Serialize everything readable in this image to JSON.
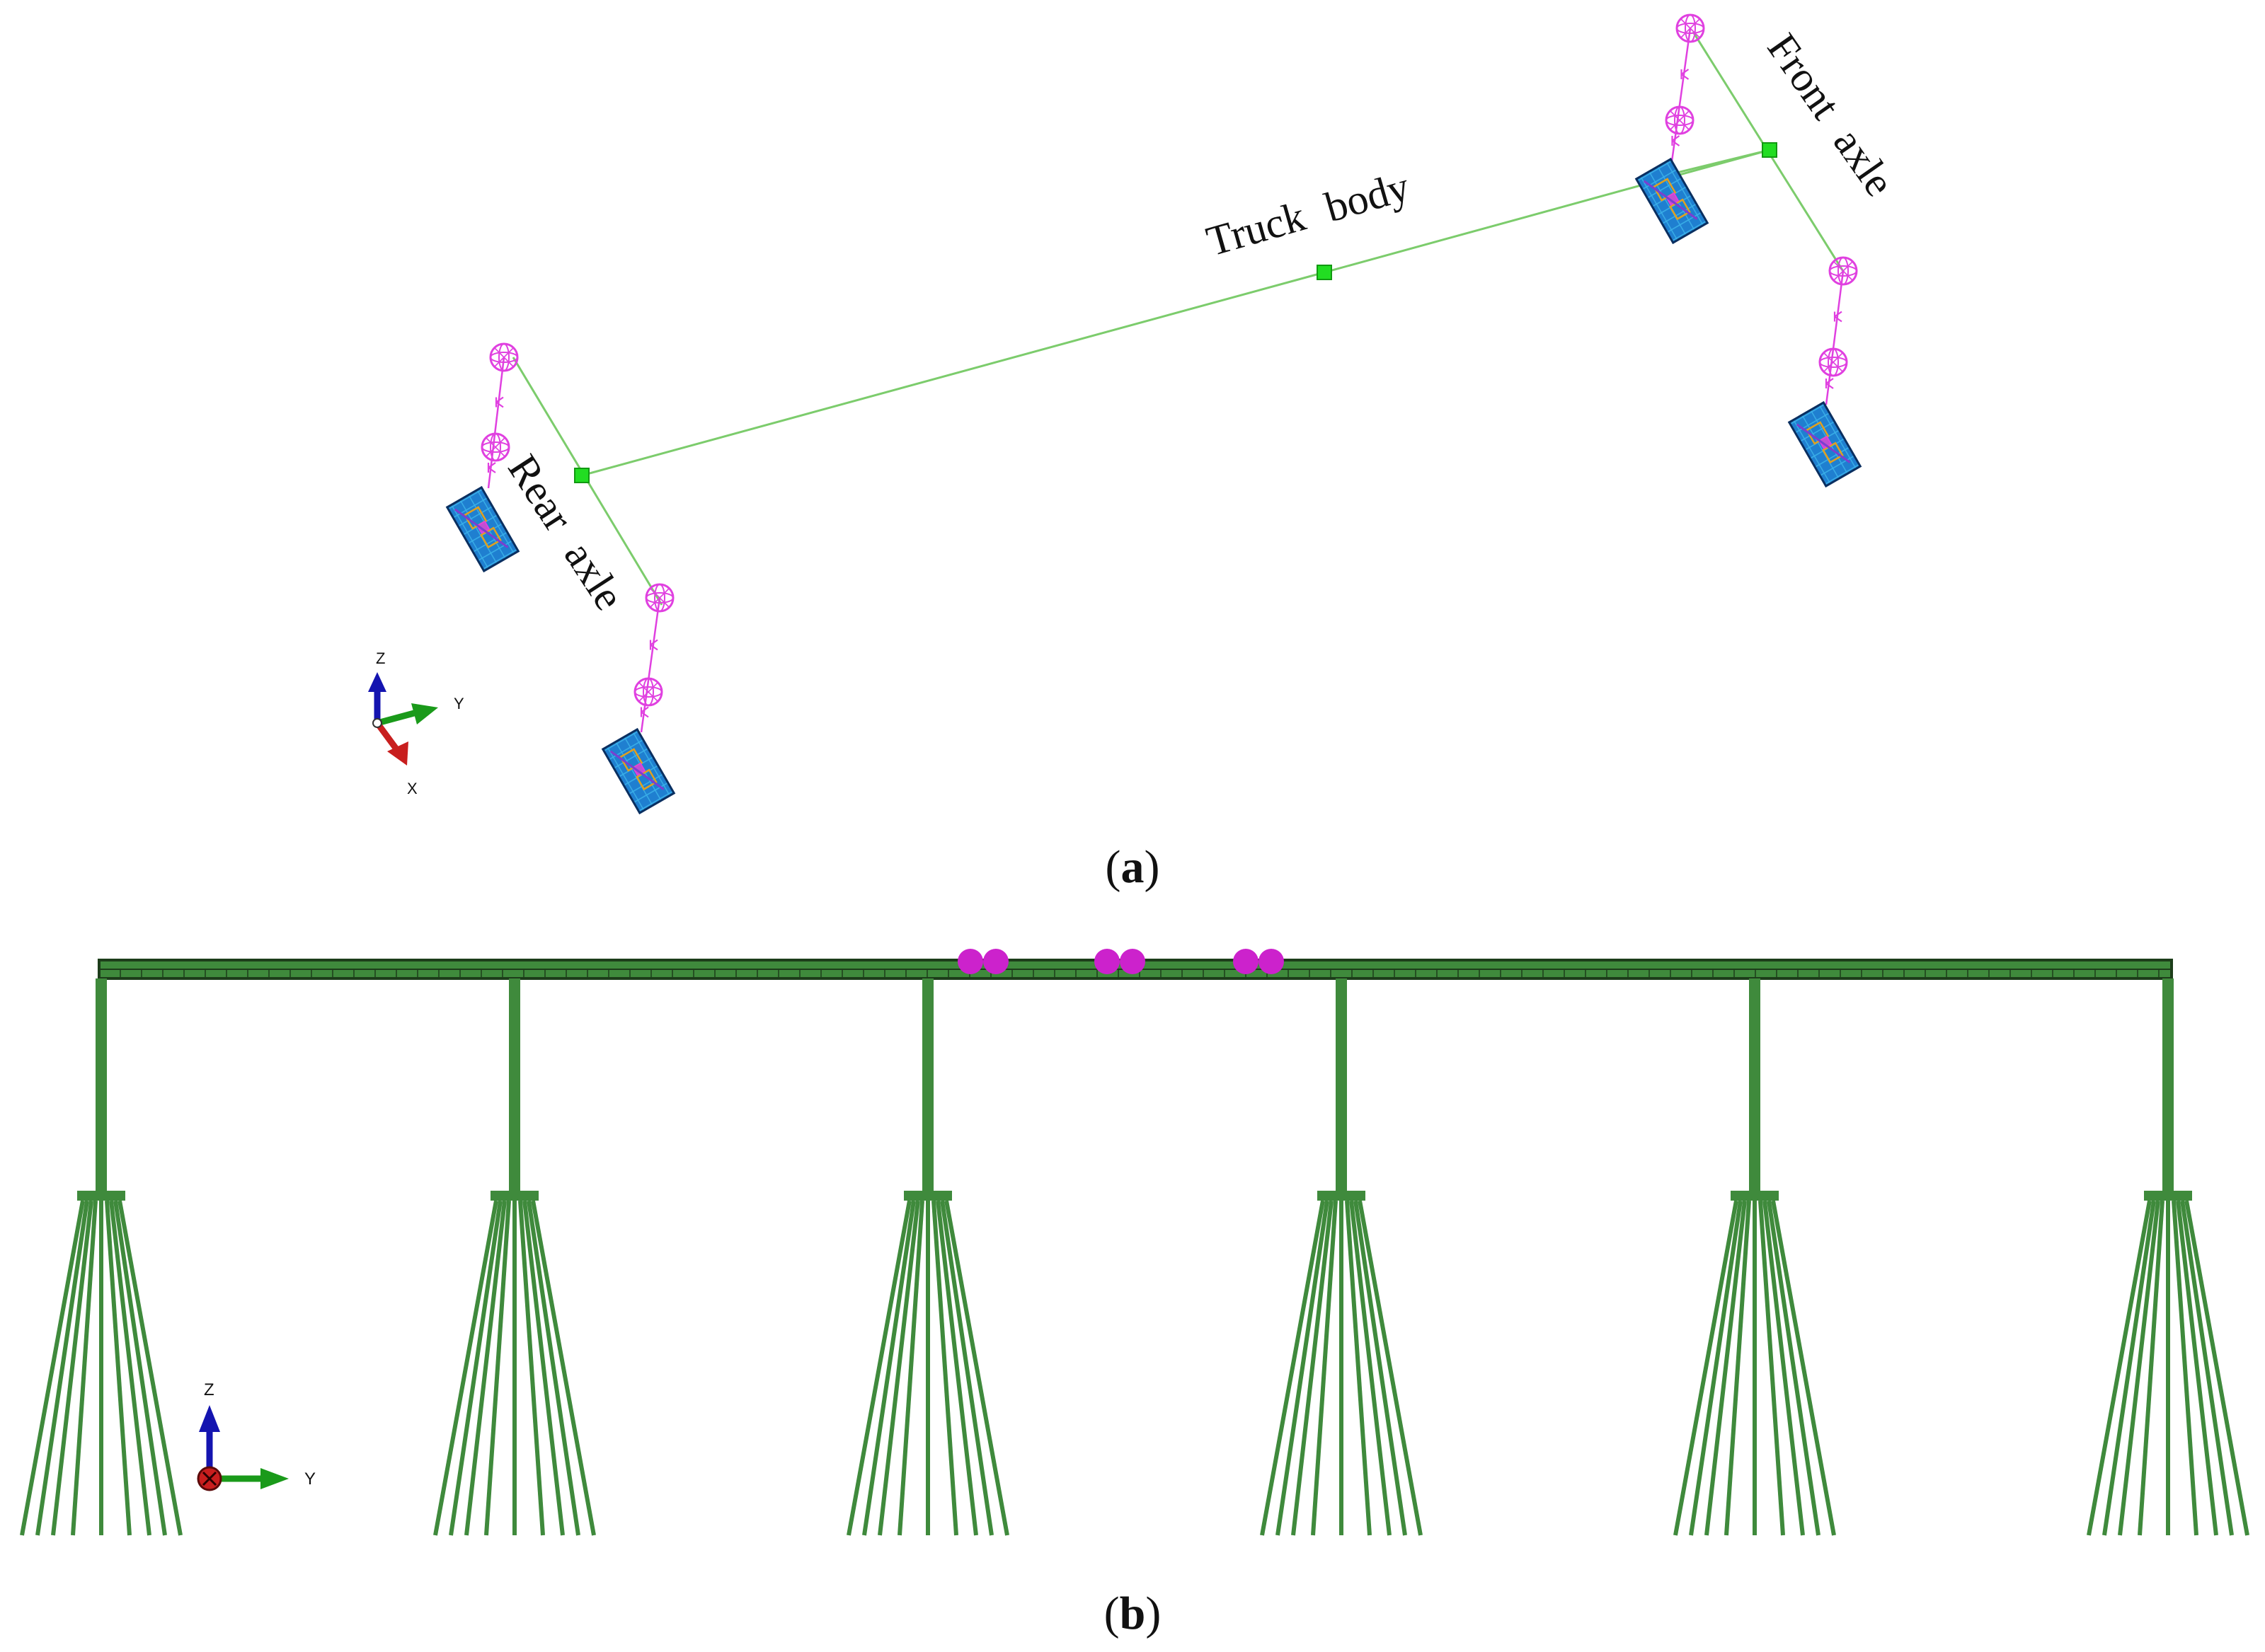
{
  "panel_a": {
    "caption_open": "(",
    "caption_letter": "a",
    "caption_close": ")",
    "label_truck_body": "Truck body",
    "label_rear_axle": "Rear axle",
    "label_front_axle": "Front axle",
    "triad": {
      "z": "Z",
      "y": "Y",
      "x": "X"
    }
  },
  "panel_b": {
    "caption_open": "(",
    "caption_letter": "b",
    "caption_close": ")",
    "triad": {
      "z": "Z",
      "y": "Y"
    }
  },
  "colors": {
    "spring": "#e040e0",
    "body_line": "#7ccc6c",
    "node": "#22dd22",
    "tire": "#1f7fd0",
    "structure": "#3f8a3c",
    "deck_edge": "#1d3d1a",
    "wheel": "#cc22cc",
    "axis_z": "#1414b0",
    "axis_y": "#1a9a1a",
    "axis_x": "#c81e1e"
  }
}
